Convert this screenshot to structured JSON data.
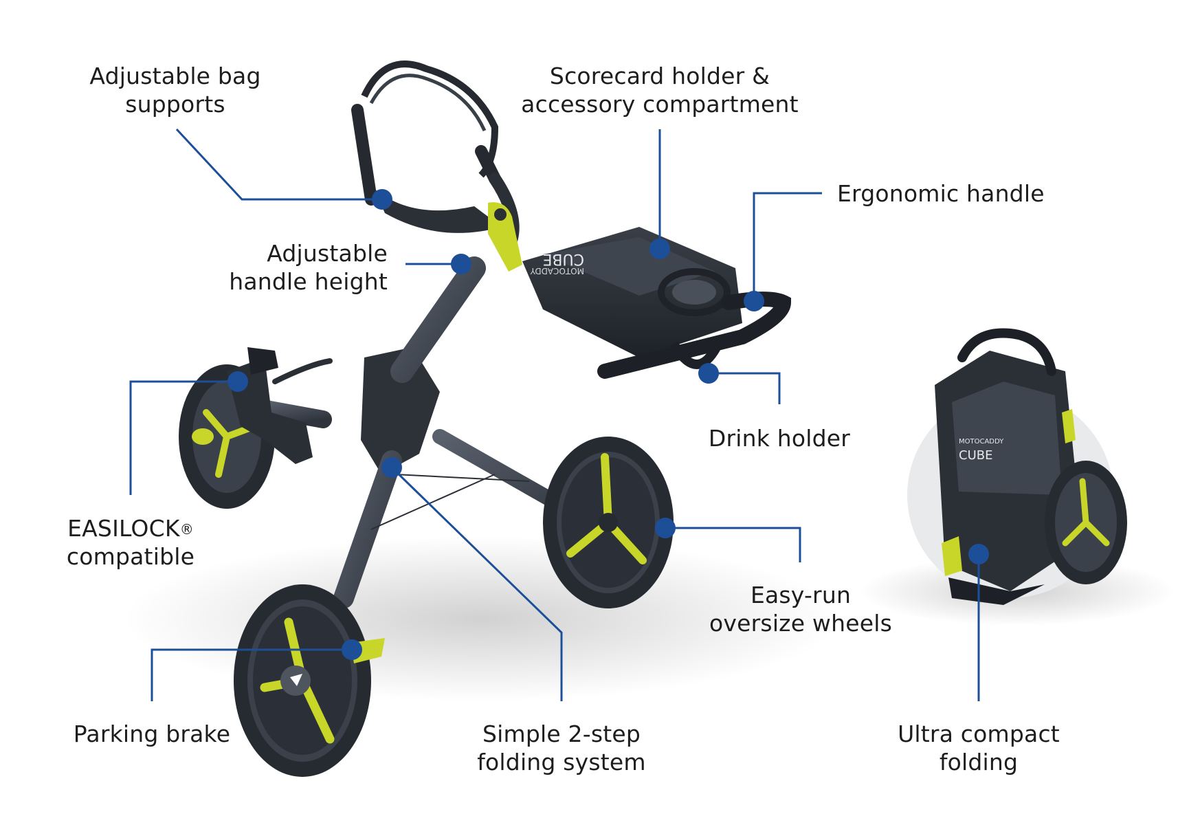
{
  "colors": {
    "leader": "#1d4f99",
    "dot": "#1d4f99",
    "frame": "#3d4450",
    "frame_dark": "#23272e",
    "tire": "#2b3038",
    "accent": "#c8d62a",
    "text": "#1d1d1f"
  },
  "labels": {
    "bag_supports": [
      "Adjustable bag",
      "supports"
    ],
    "scorecard": [
      "Scorecard holder &",
      "accessory compartment"
    ],
    "ergonomic": [
      "Ergonomic handle"
    ],
    "handle_height": [
      "Adjustable",
      "handle height"
    ],
    "drink": [
      "Drink holder"
    ],
    "easilock": [
      "EASILOCK",
      "compatible"
    ],
    "easilock_mark": "®",
    "wheels": [
      "Easy-run",
      "oversize wheels"
    ],
    "brake": [
      "Parking brake"
    ],
    "folding_system": [
      "Simple 2-step",
      "folding system"
    ],
    "compact": [
      "Ultra compact",
      "folding"
    ]
  },
  "product": {
    "brand_text": "MOTOCADDY",
    "model_text": "CUBE"
  },
  "icons": [
    "trolley-illustration",
    "folded-trolley-illustration"
  ]
}
